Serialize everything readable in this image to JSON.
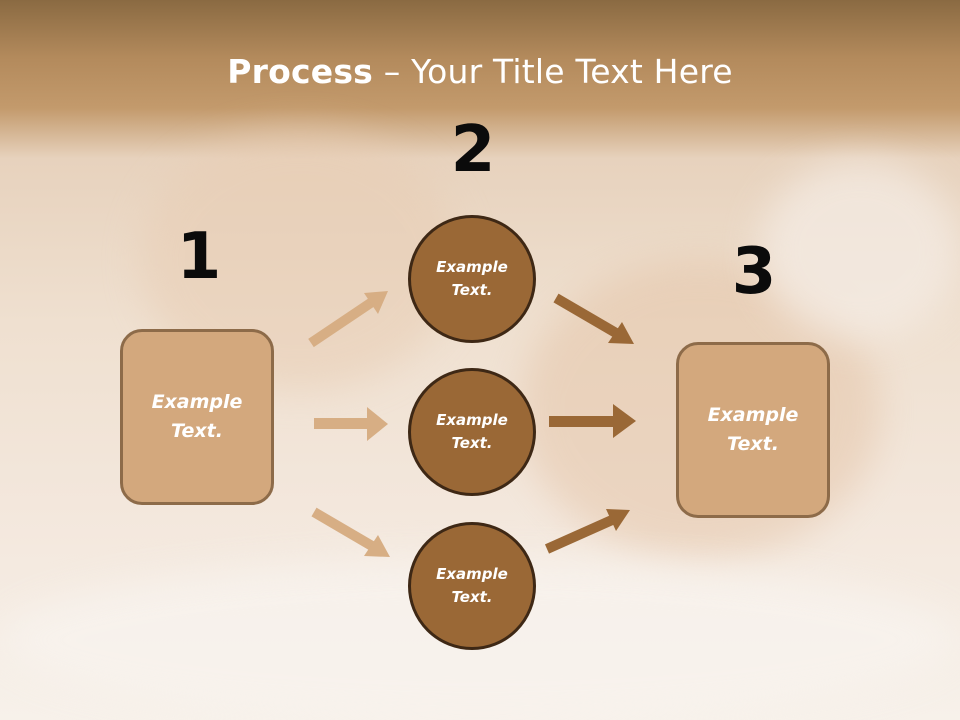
{
  "slide": {
    "title_bold": "Process",
    "title_rest": " – Your Title Text Here"
  },
  "steps": [
    {
      "number": "1",
      "text": "Example\nText."
    },
    {
      "number": "2",
      "text": "Example\nText."
    },
    {
      "number": "3",
      "text": "Example\nText."
    }
  ],
  "middle": [
    {
      "text": "Example\nText."
    },
    {
      "text": "Example\nText."
    },
    {
      "text": "Example\nText."
    }
  ],
  "colors": {
    "box_fill": "#d3a87d",
    "circle_fill": "#9a6836",
    "arrow_light": "#d7ae84",
    "arrow_dark": "#9a6836"
  }
}
